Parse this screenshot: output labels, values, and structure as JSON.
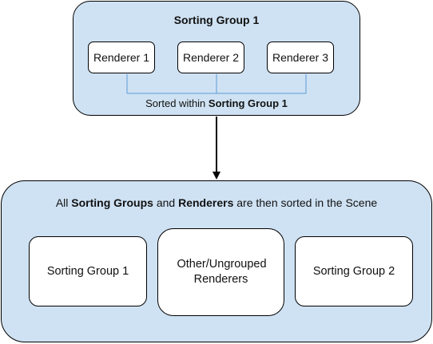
{
  "top_group": {
    "title": "Sorting Group 1",
    "renderers": [
      "Renderer 1",
      "Renderer 2",
      "Renderer 3"
    ],
    "caption_prefix": "Sorted within ",
    "caption_bold": "Sorting Group 1"
  },
  "scene": {
    "heading_parts": [
      "All ",
      "Sorting Groups",
      " and ",
      "Renderers",
      " are then sorted in the Scene"
    ],
    "items": [
      "Sorting Group 1",
      "Other/Ungrouped Renderers",
      "Sorting Group 2"
    ]
  },
  "colors": {
    "panel_fill": "#cfe2f3",
    "connector": "#5b9bd5",
    "arrow": "#000000"
  }
}
